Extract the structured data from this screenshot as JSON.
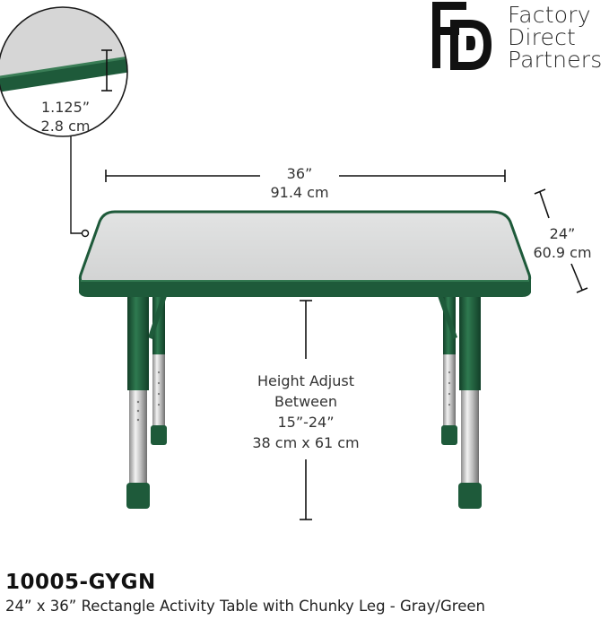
{
  "brand": {
    "logo_mark": "FDP monogram",
    "lines": [
      "Factory",
      "Direct",
      "Partners"
    ]
  },
  "dimensions": {
    "edge_thickness": {
      "in": "1.125”",
      "cm": "2.8 cm"
    },
    "width": {
      "in": "36”",
      "cm": "91.4 cm"
    },
    "depth": {
      "in": "24”",
      "cm": "60.9 cm"
    },
    "height": {
      "line1": "Height Adjust",
      "line2": "Between",
      "line3": "15”-24”",
      "line4": "38 cm x 61 cm"
    }
  },
  "product": {
    "sku": "10005-GYGN",
    "description": "24” x 36” Rectangle Activity Table with Chunky Leg - Gray/Green"
  },
  "colors": {
    "edge_green": "#1e5a3a",
    "top_gray": "#d9dada",
    "chrome": "#c8c8c8"
  }
}
